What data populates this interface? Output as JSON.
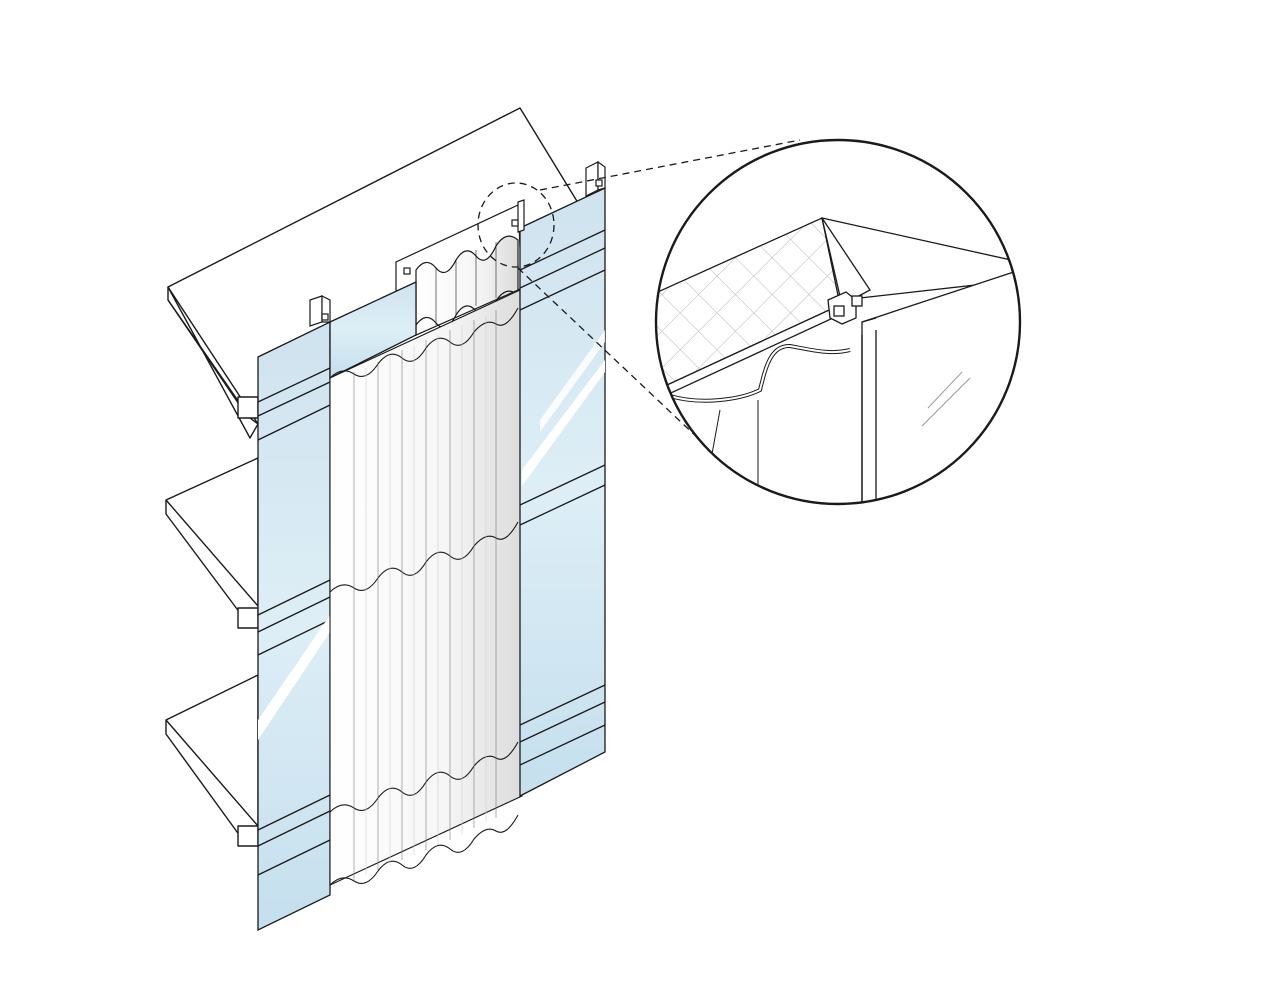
{
  "diagram": {
    "kind": "axonometric curtain wall with curtain, detail callout",
    "labels": [],
    "colors": {
      "line": "#1a1a1a",
      "glass_light": "#ddeef6",
      "glass_dark": "#c2dcec",
      "curtain": "#fafafa",
      "curtain_shade": "#e4e4e4",
      "slab": "#ffffff",
      "insulation_hatch": "#b8b8b8"
    },
    "elements": {
      "floor_slabs": 3,
      "glass_panels": 3,
      "curtain_pleats": 8,
      "detail_callout": true
    }
  }
}
